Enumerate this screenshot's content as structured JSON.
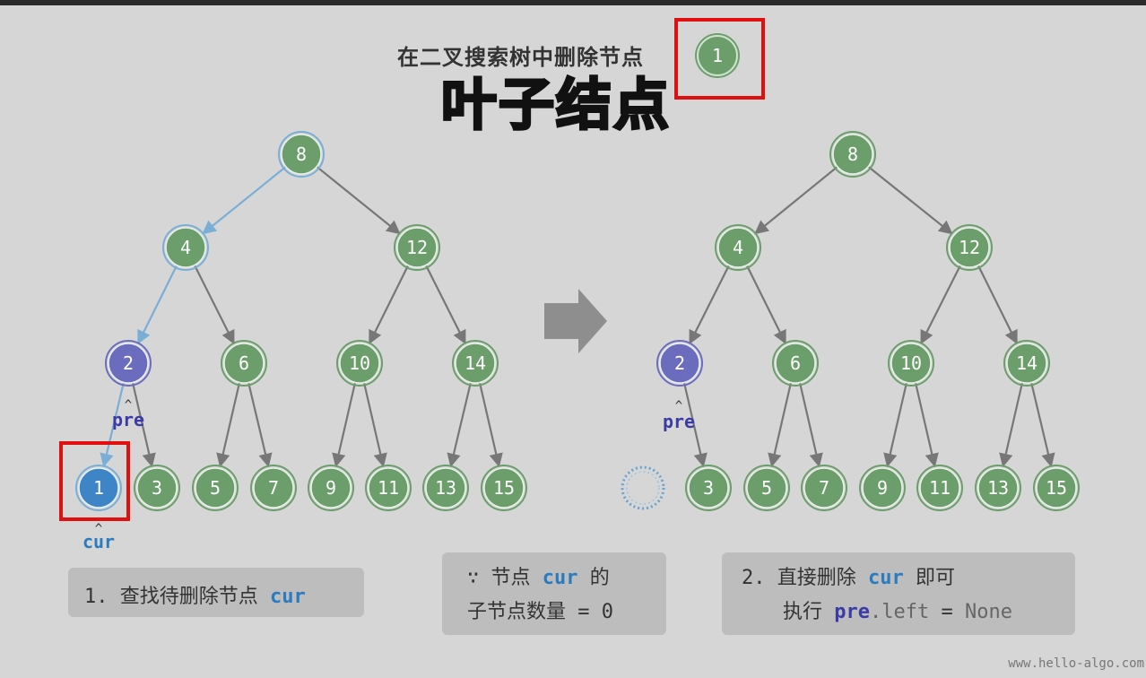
{
  "header": {
    "title": "在二叉搜索树中删除节点",
    "target_node": "1",
    "big_label": "叶子结点"
  },
  "colors": {
    "node_green": "#6b9e6b",
    "node_highlight_blue": "#3d85c6",
    "node_parent_purple": "#6c6cbf",
    "search_path": "#7aaed6",
    "edge_gray": "#777777",
    "annotation_red": "#e01010"
  },
  "left_tree": {
    "nodes": [
      "8",
      "4",
      "12",
      "2",
      "6",
      "10",
      "14",
      "1",
      "3",
      "5",
      "7",
      "9",
      "11",
      "13",
      "15"
    ],
    "search_path": [
      "8",
      "4",
      "2",
      "1"
    ],
    "pointer_pre": "pre",
    "pointer_cur": "cur",
    "arrow_mark": "^"
  },
  "right_tree": {
    "nodes": [
      "8",
      "4",
      "12",
      "2",
      "6",
      "10",
      "14",
      "3",
      "5",
      "7",
      "9",
      "11",
      "13",
      "15"
    ],
    "removed_node_placeholder": "dotted-circle",
    "pointer_pre": "pre",
    "arrow_mark": "^"
  },
  "arrow_icon": "right-arrow-icon",
  "captions": {
    "step1_prefix": "1. 查找待删除节点",
    "step1_kw": "cur",
    "reason_line1_prefix": "∵ 节点",
    "reason_line1_kw": "cur",
    "reason_line1_suffix": "的",
    "reason_line2": "子节点数量 = 0",
    "step2_line1_prefix": "2. 直接删除",
    "step2_line1_kw": "cur",
    "step2_line1_suffix": "即可",
    "step2_line2_prefix": "执行",
    "step2_line2_kw": "pre",
    "step2_line2_mid": ".left",
    "step2_line2_eq": "=",
    "step2_line2_val": "None"
  },
  "watermark": "www.hello-algo.com"
}
